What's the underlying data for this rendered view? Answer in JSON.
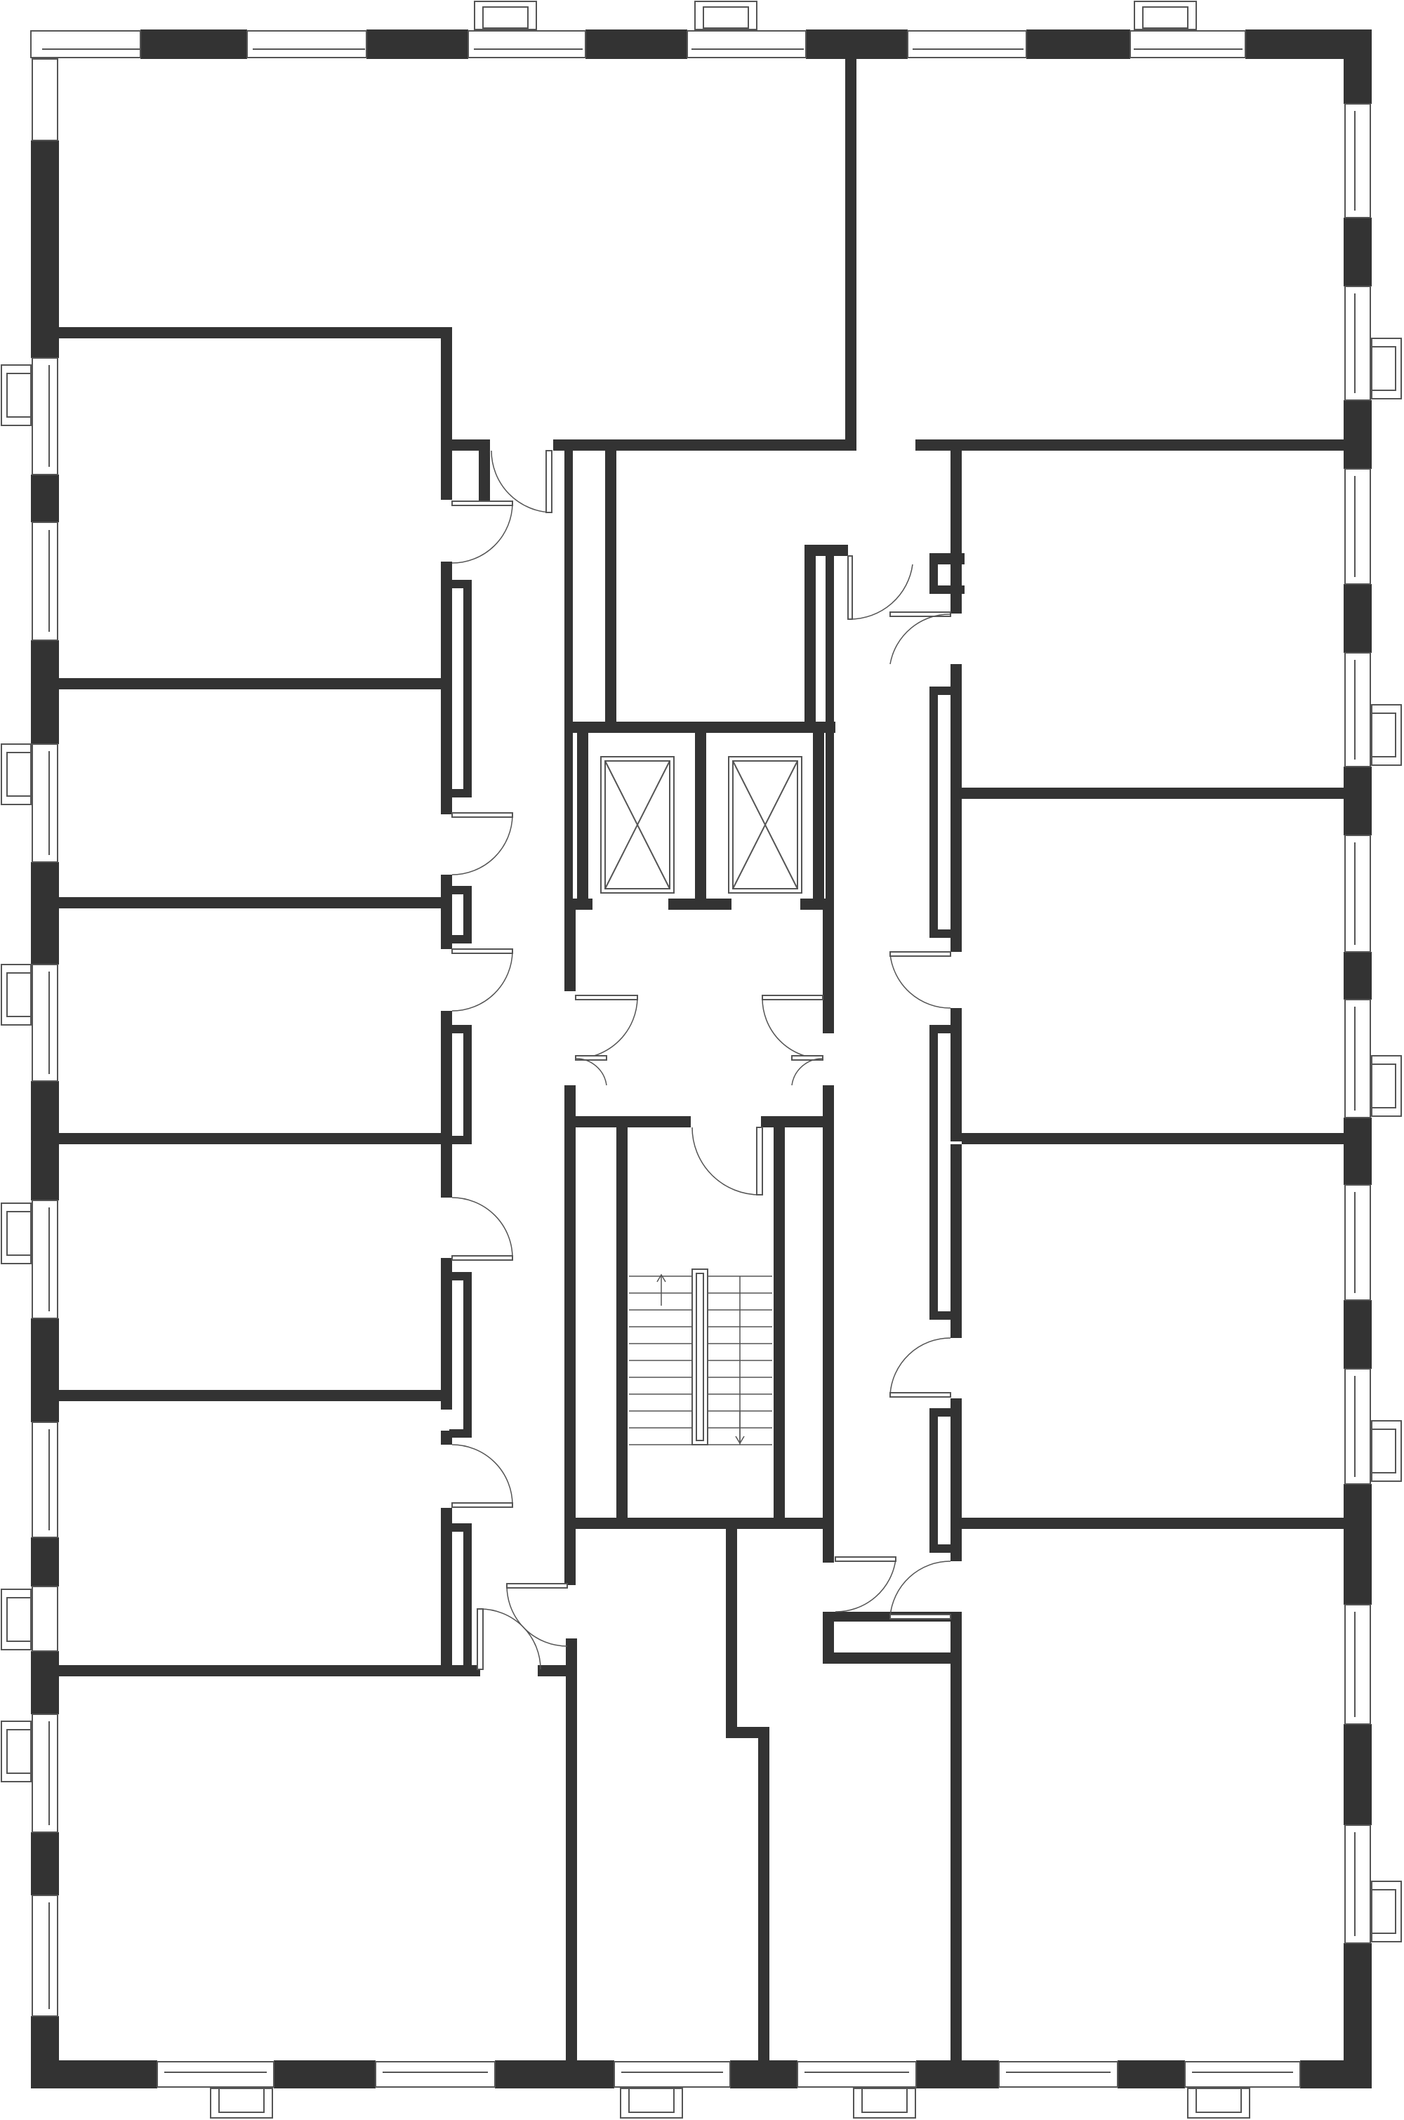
{
  "colors": {
    "wall": "#333333",
    "line": "#555555",
    "background": "#ffffff"
  },
  "plan": {
    "type": "residential-floor-plan",
    "apartments": 11,
    "elevators": 2,
    "staircases": 1,
    "stair_arrow_up_icon": "arrow-up-icon",
    "stair_arrow_down_icon": "arrow-down-icon"
  }
}
